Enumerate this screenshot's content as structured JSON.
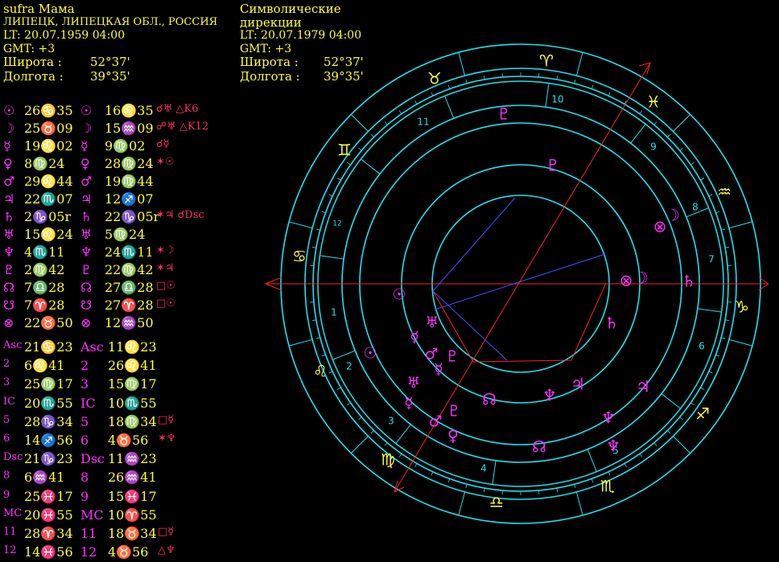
{
  "natal_header": {
    "name": "sufra Мама",
    "place": "ЛИПЕЦК, ЛИПЕЦКАЯ ОБЛ., РОССИЯ",
    "lt": "LT: 20.07.1959  04:00",
    "gmt": "GMT: +3",
    "lat_label": "Широта :",
    "lat_value": "52°37'",
    "lon_label": "Долгота :",
    "lon_value": "39°35'"
  },
  "directions_header": {
    "line1": "Символические",
    "line2": "дирекции",
    "lt": "LT: 20.07.1979  04:00",
    "gmt": "GMT: +3",
    "lat_label": "Широта :",
    "lat_value": "52°37'",
    "lon_label": "Долгота :",
    "lon_value": "39°35'"
  },
  "planets": [
    {
      "glyph": "☉",
      "natal": "26♋35",
      "directed": "16♌35",
      "aspect": "☌♅ △K6"
    },
    {
      "glyph": "☽",
      "natal": "25♉09",
      "directed": "15♒09",
      "aspect": "☍♅ △K12"
    },
    {
      "glyph": "☿",
      "natal": "19♌02",
      "directed": "9♍02",
      "aspect": "☌☿"
    },
    {
      "glyph": "♀",
      "natal": "8♍24",
      "directed": "28♍24",
      "aspect": "✶☉"
    },
    {
      "glyph": "♂",
      "natal": "29♌44",
      "directed": "19♍44",
      "aspect": ""
    },
    {
      "glyph": "♃",
      "natal": "22♏07",
      "directed": "12♐07",
      "aspect": ""
    },
    {
      "glyph": "♄",
      "natal": "2♑05r",
      "directed": "22♑05r",
      "aspect": "✶♃ ☌Dsc"
    },
    {
      "glyph": "♅",
      "natal": "15♌24",
      "directed": "5♍24",
      "aspect": ""
    },
    {
      "glyph": "♆",
      "natal": "4♏11",
      "directed": "24♏11",
      "aspect": "✶☽"
    },
    {
      "glyph": "♇",
      "natal": "2♍42",
      "directed": "22♍42",
      "aspect": "✶♃"
    },
    {
      "glyph": "☊",
      "natal": "7♎28",
      "directed": "27♎28",
      "aspect": "□☉"
    },
    {
      "glyph": "☋",
      "natal": "7♈28",
      "directed": "27♈28",
      "aspect": "□☉"
    },
    {
      "glyph": "⊗",
      "natal": "22♉50",
      "directed": "12♒50",
      "aspect": ""
    }
  ],
  "houses": [
    {
      "label": "Asc",
      "natal": "21♋23",
      "dlabel": "Asc",
      "directed": "11♌23",
      "aspect": ""
    },
    {
      "label": "2",
      "natal": "6♌41",
      "dlabel": "2",
      "directed": "26♌41",
      "aspect": ""
    },
    {
      "label": "3",
      "natal": "25♍17",
      "dlabel": "3",
      "directed": "15♍17",
      "aspect": ""
    },
    {
      "label": "IC",
      "natal": "20♏55",
      "dlabel": "IC",
      "directed": "10♏55",
      "aspect": ""
    },
    {
      "label": "5",
      "natal": "28♑34",
      "dlabel": "5",
      "directed": "18♍34",
      "aspect": "□☿"
    },
    {
      "label": "6",
      "natal": "14♐56",
      "dlabel": "6",
      "directed": "4♉56",
      "aspect": "✶♆"
    },
    {
      "label": "Dsc",
      "natal": "21♑23",
      "dlabel": "Dsc",
      "directed": "11♒23",
      "aspect": ""
    },
    {
      "label": "8",
      "natal": "6♒41",
      "dlabel": "8",
      "directed": "26♒41",
      "aspect": ""
    },
    {
      "label": "9",
      "natal": "25♓17",
      "dlabel": "9",
      "directed": "15♓17",
      "aspect": ""
    },
    {
      "label": "MC",
      "natal": "20♓55",
      "dlabel": "MC",
      "directed": "10♈55",
      "aspect": ""
    },
    {
      "label": "11",
      "natal": "28♈34",
      "dlabel": "11",
      "directed": "18♉34",
      "aspect": "□☿"
    },
    {
      "label": "12",
      "natal": "14♓56",
      "dlabel": "12",
      "directed": "4♉56",
      "aspect": "△♆"
    }
  ],
  "wheel": {
    "zodiac_signs": [
      "♈",
      "♉",
      "♓",
      "♊",
      "♒",
      "♋",
      "♑",
      "♌",
      "♐",
      "♍",
      "♏",
      "♎"
    ],
    "house_numbers": [
      "1",
      "2",
      "3",
      "4",
      "5",
      "6",
      "7",
      "8",
      "9",
      "10",
      "11",
      "12"
    ],
    "outer_planets": [
      "☉",
      "☿",
      "♅",
      "♀",
      "♂",
      "♇",
      "♆",
      "♃",
      "♄",
      "☽",
      "⊗",
      "♇",
      "☊",
      "♆",
      "♃"
    ],
    "inner_planets": [
      "☉",
      "☿",
      "♅",
      "♂",
      "♀",
      "♇",
      "♅",
      "☿",
      "♂",
      "♇",
      "♀",
      "☊",
      "♆",
      "♃",
      "♄",
      "☽",
      "⊗"
    ]
  }
}
